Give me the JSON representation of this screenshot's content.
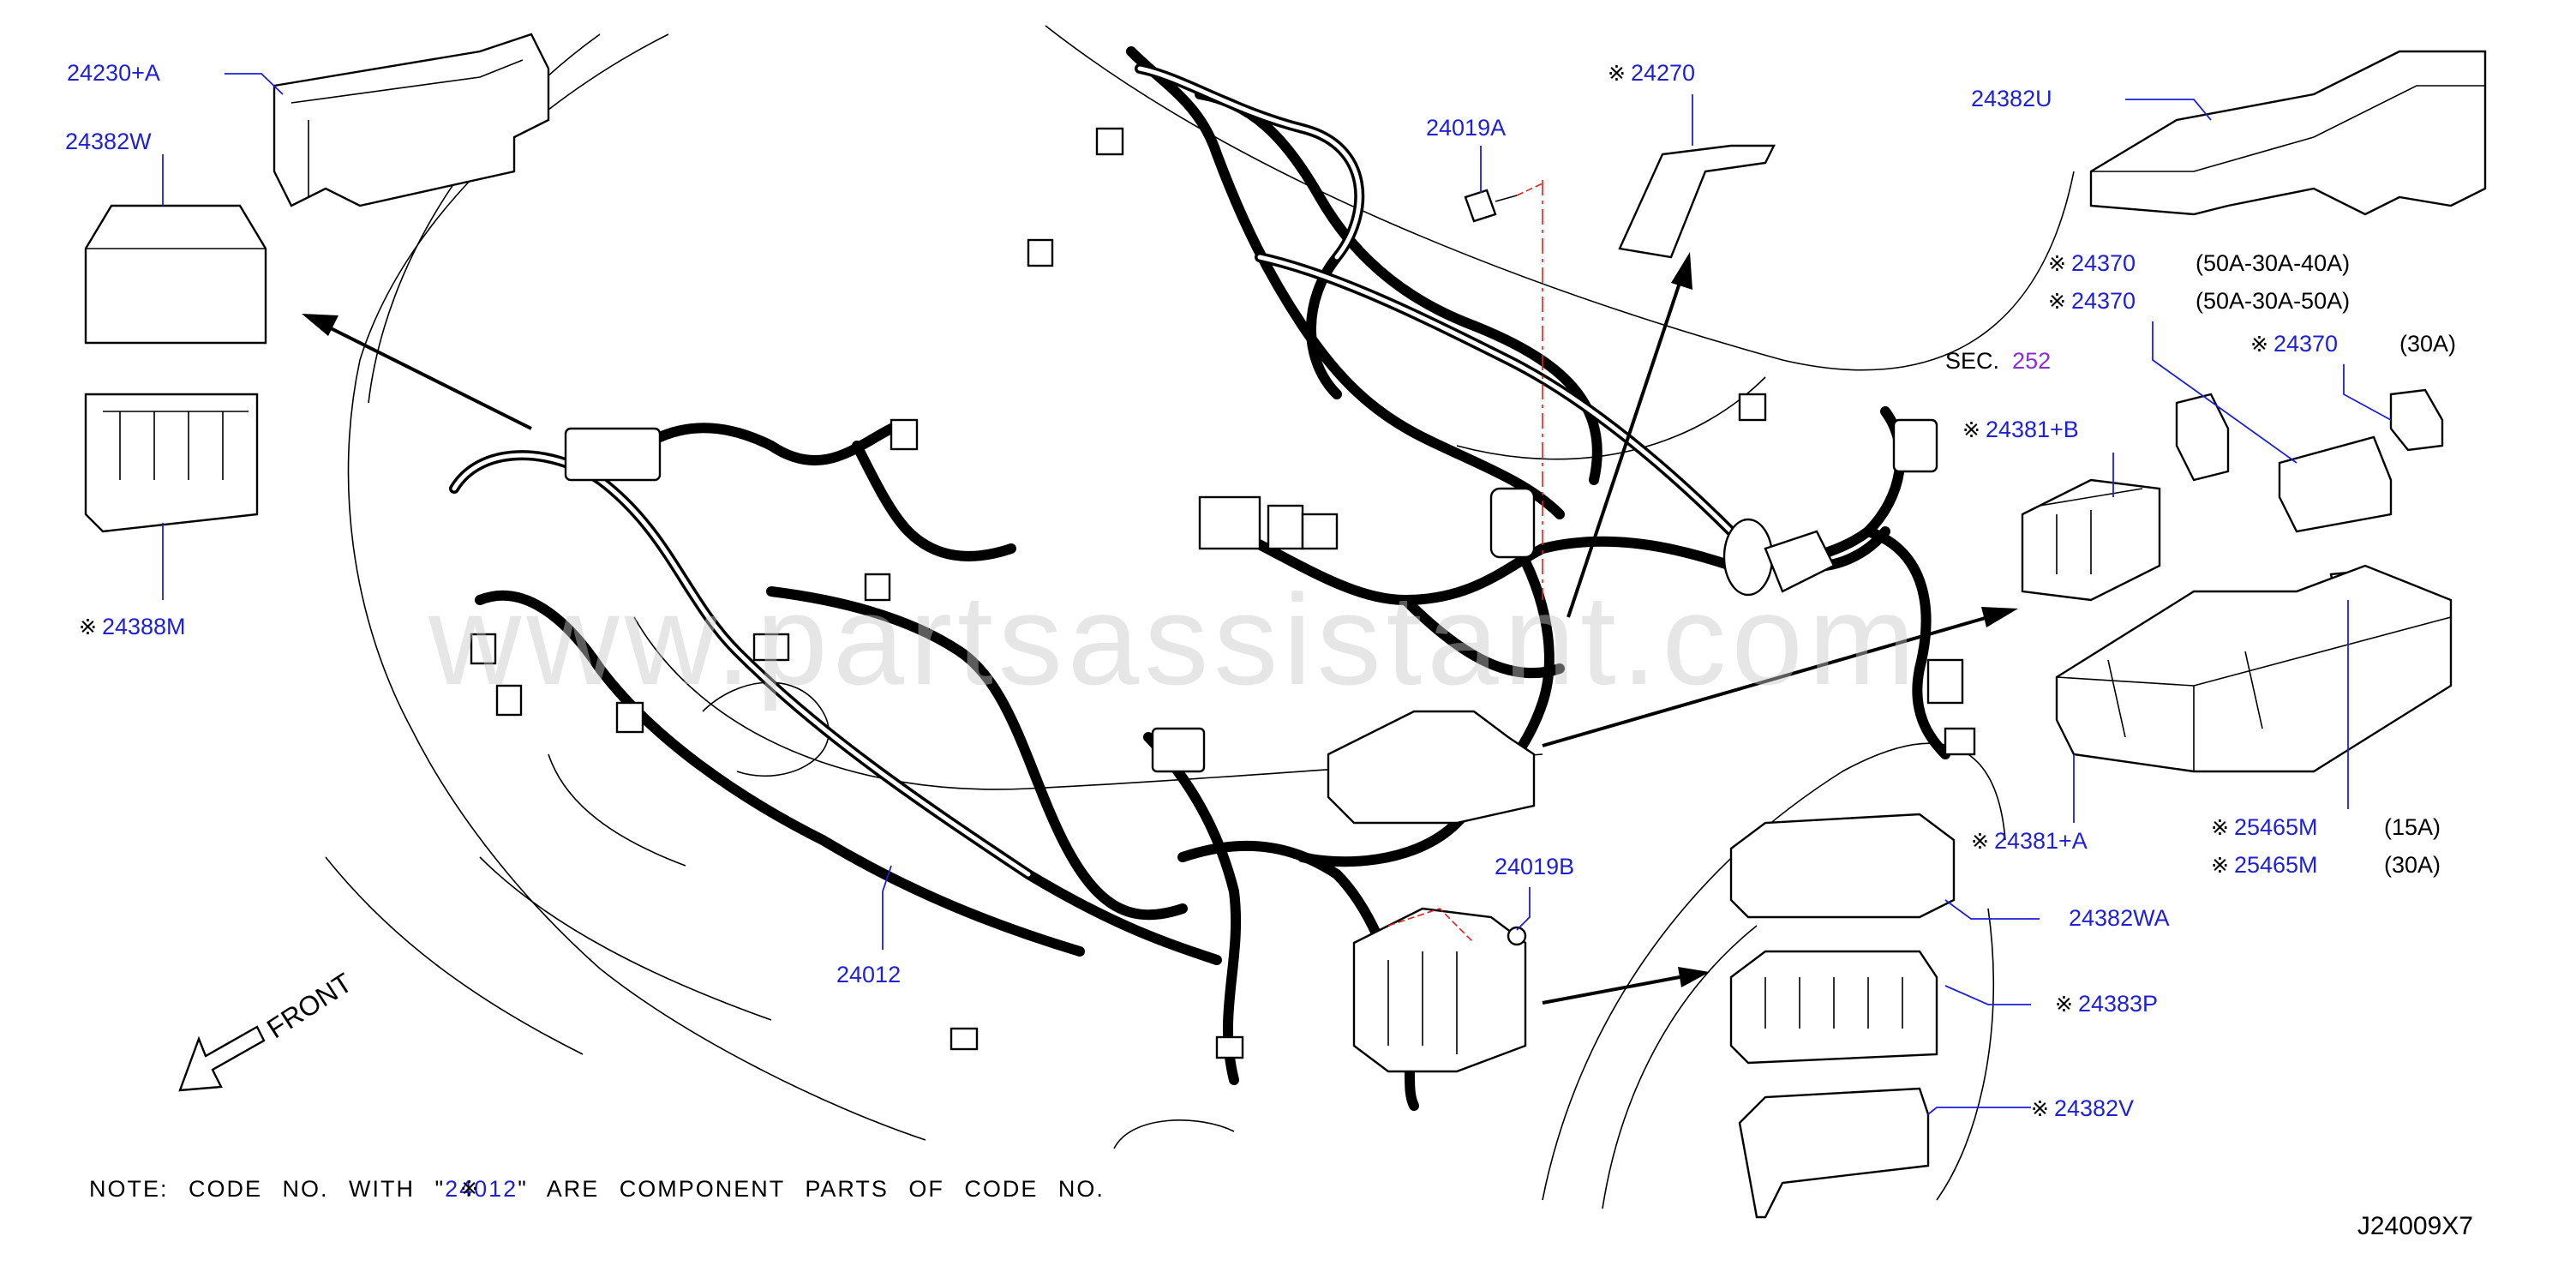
{
  "labels": {
    "l24230A": "24230+A",
    "l24382W": "24382W",
    "l24388M": "24388M",
    "l24019A": "24019A",
    "l24270": "24270",
    "l24382U": "24382U",
    "l24370a": "24370",
    "l24370a_spec": "(50A-30A-40A)",
    "l24370b": "24370",
    "l24370b_spec": "(50A-30A-50A)",
    "l24370c": "24370",
    "l24370c_spec": "(30A)",
    "sec": "SEC.",
    "sec_num": "252",
    "l24381B": "24381+B",
    "l24381A": "24381+A",
    "l25465Ma": "25465M",
    "l25465Ma_spec": "(15A)",
    "l25465Mb": "25465M",
    "l25465Mb_spec": "(30A)",
    "l24019B": "24019B",
    "l24012": "24012",
    "l24382WA": "24382WA",
    "l24383P": "24383P",
    "l24382V": "24382V",
    "mark": "※"
  },
  "note": {
    "prefix": "NOTE:  CODE  NO.  WITH  \"",
    "code": "24012",
    "suffix": "\"  ARE  COMPONENT  PARTS  OF  CODE  NO."
  },
  "front_label": "FRONT",
  "diagram_code": "J24009X7",
  "watermark": "www.partsassistant.com",
  "colors": {
    "part_number": "#1f1fd6",
    "section_ref": "#8a2bd8",
    "line": "#000000",
    "centerline": "#e02020"
  }
}
